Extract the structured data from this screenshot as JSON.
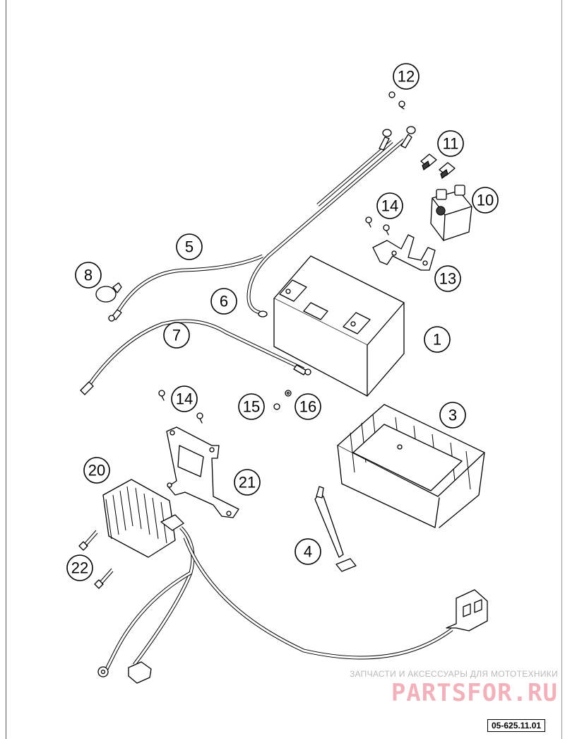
{
  "callouts": {
    "c1": "1",
    "c3": "3",
    "c4": "4",
    "c5": "5",
    "c6": "6",
    "c7": "7",
    "c8": "8",
    "c10": "10",
    "c11": "11",
    "c12": "12",
    "c13": "13",
    "c14a": "14",
    "c14b": "14",
    "c15": "15",
    "c16": "16",
    "c20": "20",
    "c21": "21",
    "c22": "22"
  },
  "watermark": {
    "tagline": "ЗАПЧАСТИ И АКСЕССУАРЫ ДЛЯ МОТОТЕХНИКИ",
    "brand": "PARTSFOR.RU"
  },
  "drawing_code": "05-625.11.01"
}
